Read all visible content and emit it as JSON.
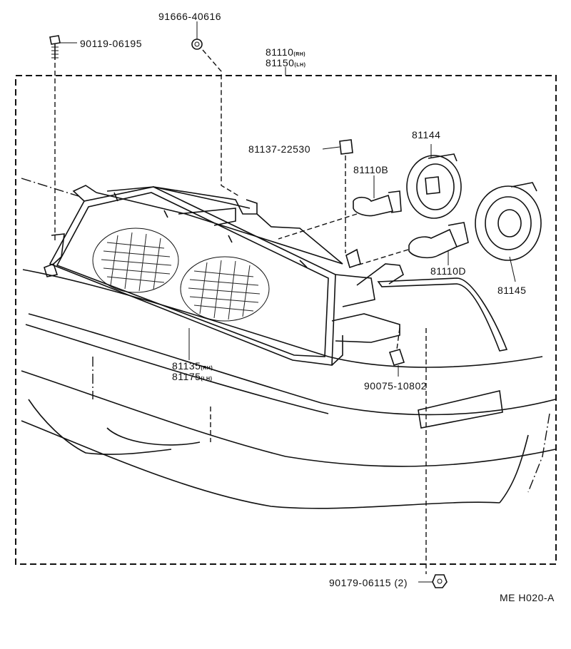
{
  "parts": {
    "bolt_90119": "90119-06195",
    "nut_91666": "91666-40616",
    "unit_81110": "81110",
    "unit_81110_side": "(RH)",
    "unit_81150": "81150",
    "unit_81150_side": "(LH)",
    "socket_81137": "81137-22530",
    "bulb_81110b": "81110B",
    "bulb_81110d": "81110D",
    "cover_81144": "81144",
    "cover_81145": "81145",
    "lens_81135": "81135",
    "lens_81135_side": "(RH)",
    "lens_81175": "81175",
    "lens_81175_side": "(LH)",
    "bulb_90075": "90075-10802",
    "nut_90179": "90179-06115 (2)"
  },
  "drawing_code": "ME H020-A"
}
